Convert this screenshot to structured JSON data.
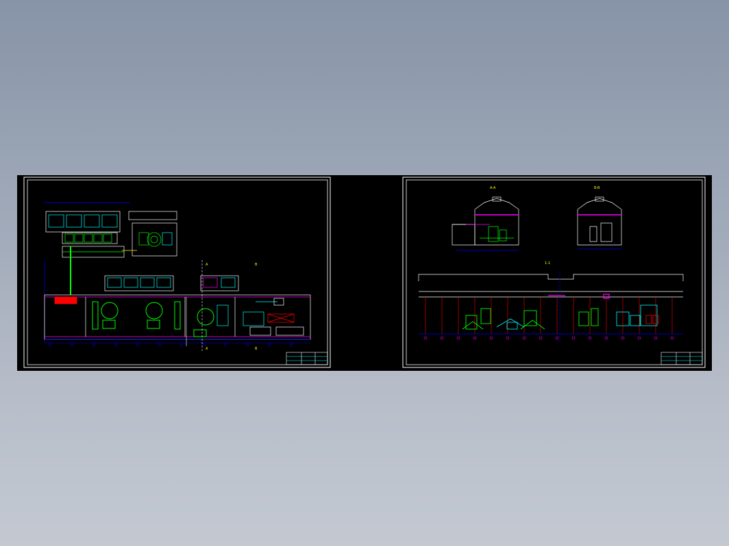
{
  "viewer": {
    "background_top": "#8794a7",
    "background_bottom": "#c3c8d1"
  },
  "drawing": {
    "background": "#000000",
    "frame_color": "#ffffff",
    "sheets": [
      {
        "id": "sheet-plan",
        "description_visible": false,
        "section_labels": [
          "A",
          "B",
          "A",
          "B"
        ]
      },
      {
        "id": "sheet-sections",
        "section_labels": [
          "A-A",
          "B-B",
          "1-1"
        ]
      }
    ],
    "colors": {
      "wall": "#ffffff",
      "equipment": "#00ff00",
      "duct": "#ff00ff",
      "axis": "#0000ff",
      "pipe": "#00ffff",
      "marker": "#ff0000",
      "text": "#ffff00"
    }
  }
}
